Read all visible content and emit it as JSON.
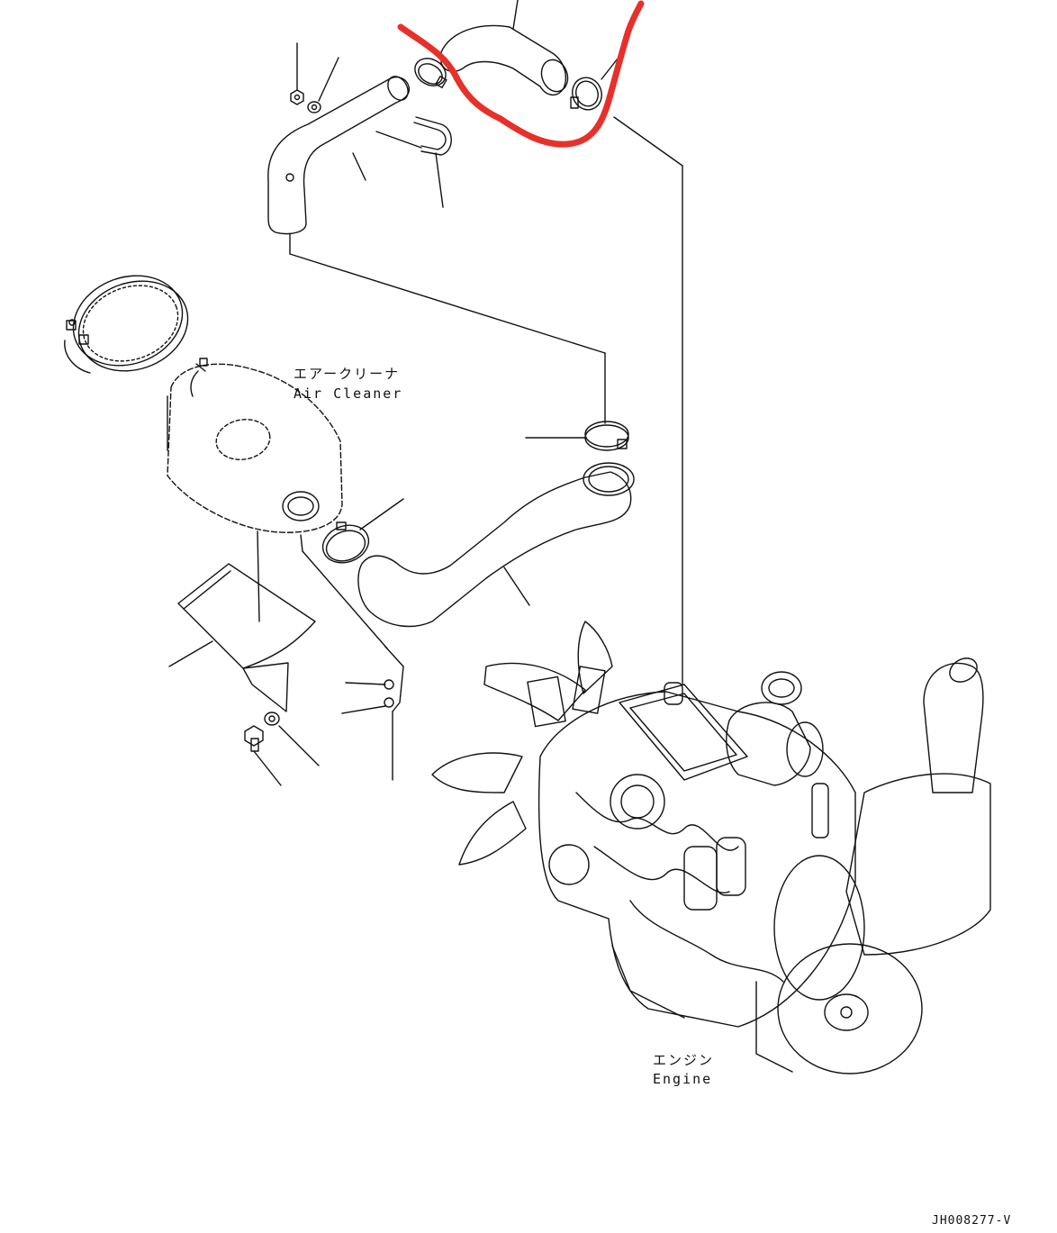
{
  "labels": {
    "air_cleaner_jp": "エアークリーナ",
    "air_cleaner_en": "Air Cleaner",
    "engine_jp": "エンジン",
    "engine_en": "Engine",
    "drawing_code": "JH008277-V"
  },
  "colors": {
    "line": "#111111",
    "highlight": "#e8302a",
    "background": "#ffffff"
  },
  "icons": {
    "highlight_mark": "red-freehand-underline"
  }
}
